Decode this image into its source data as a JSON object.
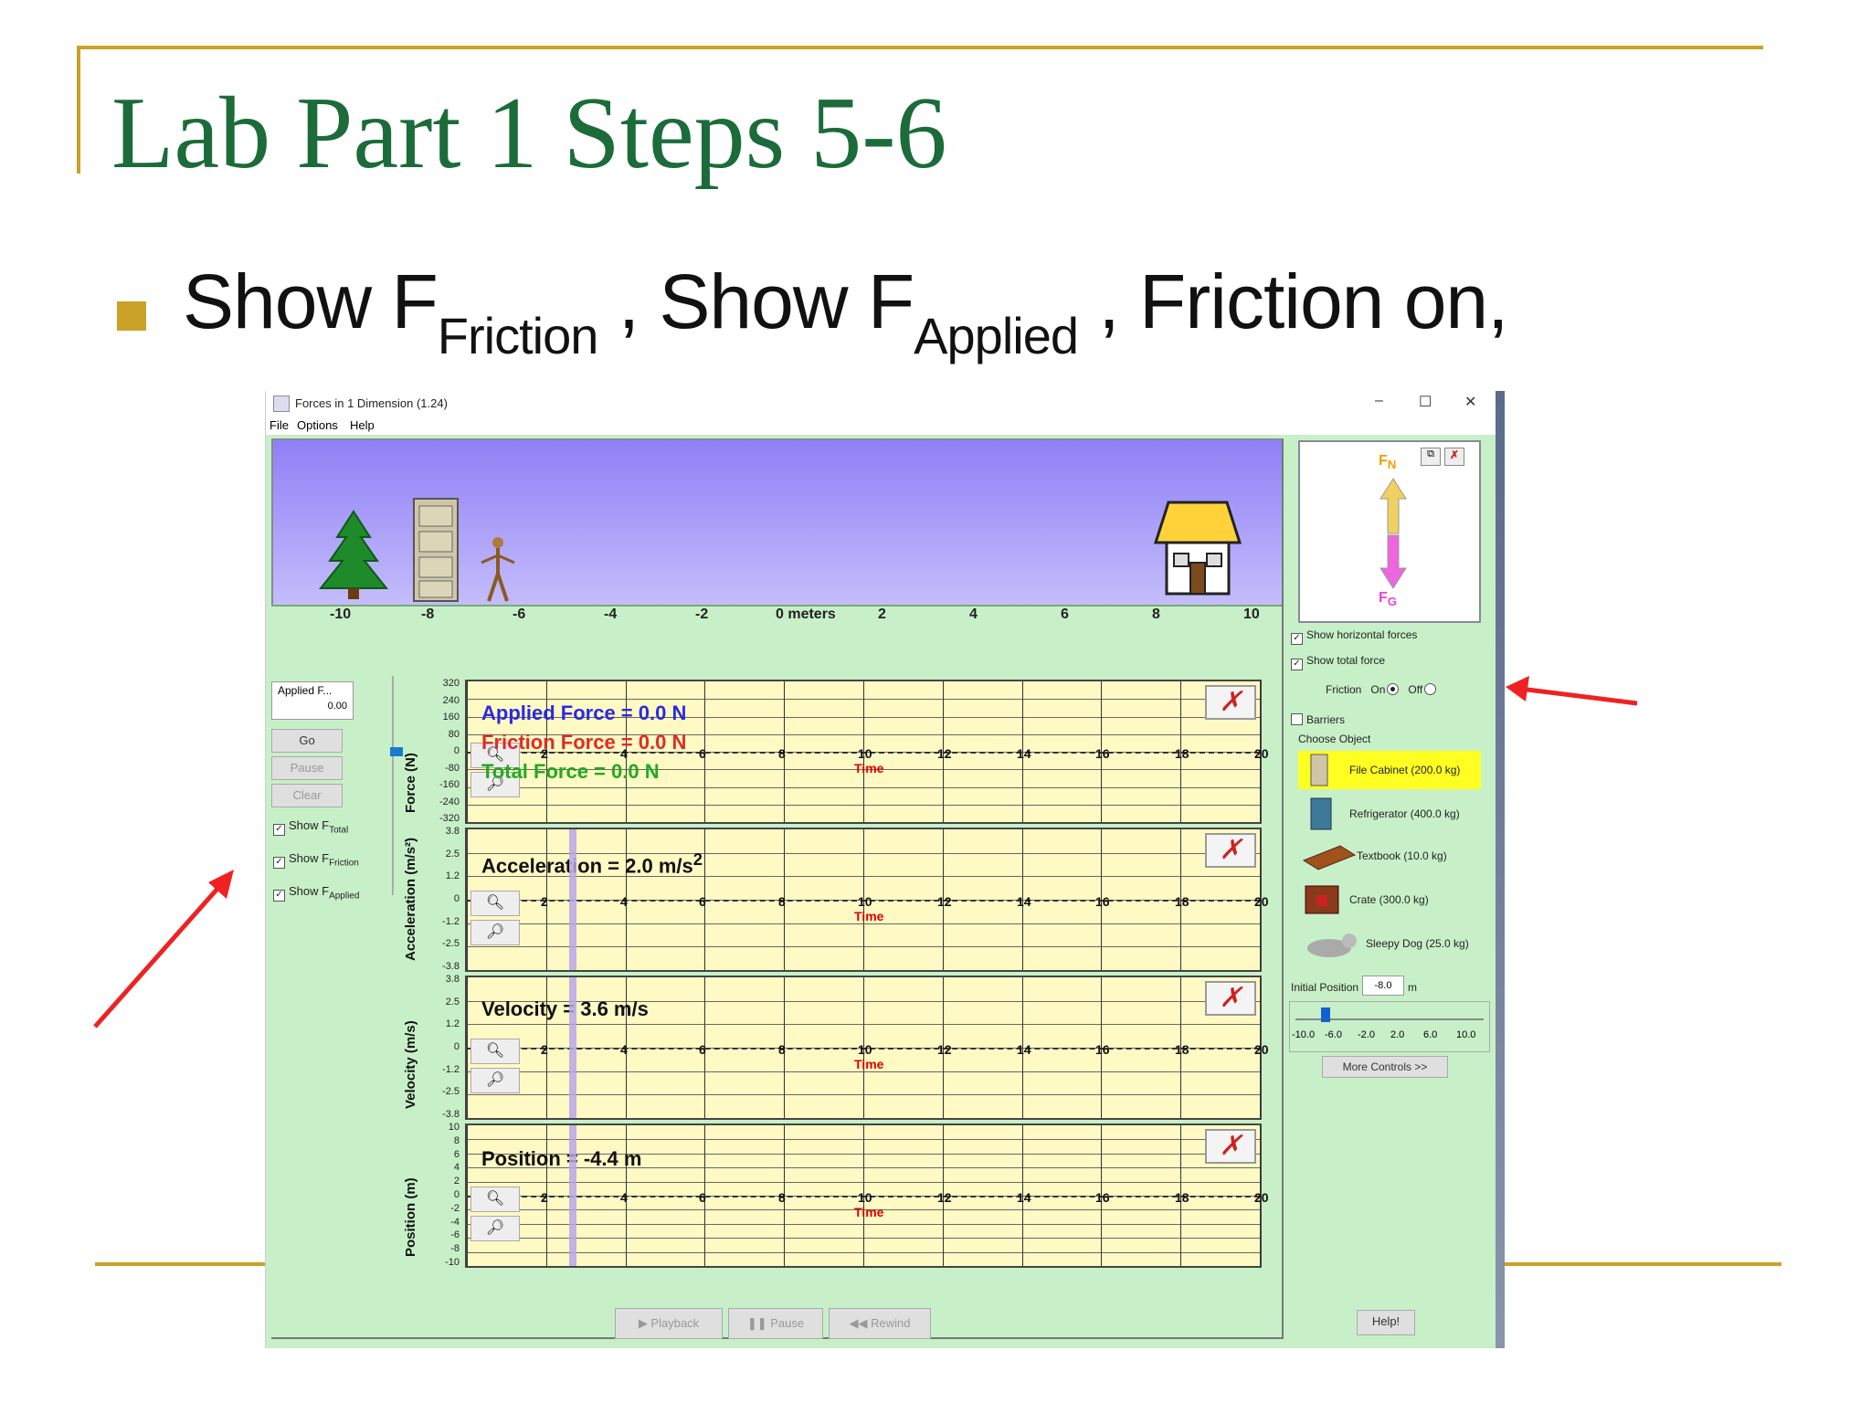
{
  "slide": {
    "title": "Lab Part 1 Steps 5-6",
    "bullet": {
      "t1": "Show F",
      "s1": "Friction",
      "t2": " , Show F",
      "s2": "Applied",
      "t3": " , Friction on,"
    }
  },
  "window": {
    "title": "Forces in 1 Dimension (1.24)",
    "menu": [
      "File",
      "Options",
      "Help"
    ],
    "controls": {
      "minimize": "–",
      "maximize": "☐",
      "close": "✕"
    }
  },
  "scene": {
    "axis_ticks": [
      "-10",
      "-8",
      "-6",
      "-4",
      "-2",
      "0 meters",
      "2",
      "4",
      "6",
      "8",
      "10"
    ]
  },
  "fbd": {
    "fn": "F",
    "fn_sub": "N",
    "fg": "F",
    "fg_sub": "G"
  },
  "options": {
    "show_horizontal": "Show horizontal forces",
    "show_total": "Show total force",
    "friction_label": "Friction",
    "friction_on": "On",
    "friction_off": "Off",
    "friction_value": "on",
    "barriers": "Barriers",
    "choose_object": "Choose Object"
  },
  "objects": [
    {
      "label": "File Cabinet (200.0 kg)",
      "selected": true
    },
    {
      "label": "Refrigerator (400.0 kg)",
      "selected": false
    },
    {
      "label": "Textbook (10.0 kg)",
      "selected": false
    },
    {
      "label": "Crate (300.0 kg)",
      "selected": false
    },
    {
      "label": "Sleepy Dog (25.0 kg)",
      "selected": false
    }
  ],
  "initial_position": {
    "label": "Initial Position",
    "value": "-8.0",
    "unit": "m",
    "ticks": [
      "-10.0",
      "-6.0",
      "-2.0",
      "2.0",
      "6.0",
      "10.0"
    ],
    "more_controls": "More Controls >>"
  },
  "left_controls": {
    "applied_label": "Applied F...",
    "applied_value": "0.00",
    "go": "Go",
    "pause": "Pause",
    "clear": "Clear",
    "show_total": "Show F",
    "show_total_sub": "Total",
    "show_friction": "Show F",
    "show_friction_sub": "Friction",
    "show_applied": "Show F",
    "show_applied_sub": "Applied"
  },
  "graphs": {
    "x_ticks": [
      "2",
      "4",
      "6",
      "8",
      "10",
      "12",
      "14",
      "16",
      "18",
      "20"
    ],
    "time_label": "Time",
    "force": {
      "ytitle": "Force (N)",
      "yticks": [
        "320",
        "240",
        "160",
        "80",
        "0",
        "-80",
        "-160",
        "-240",
        "-320"
      ],
      "applied": "Applied Force =  0.0 N",
      "friction": "Friction Force =  0.0 N",
      "total": "Total Force =  0.0 N"
    },
    "acceleration": {
      "ytitle": "Acceleration (m/s²)",
      "yticks": [
        "3.8",
        "2.5",
        "1.2",
        "0",
        "-1.2",
        "-2.5",
        "-3.8"
      ],
      "readout": "Acceleration =  2.0 m/s",
      "unit_sup": "2"
    },
    "velocity": {
      "ytitle": "Velocity (m/s)",
      "yticks": [
        "3.8",
        "2.5",
        "1.2",
        "0",
        "-1.2",
        "-2.5",
        "-3.8"
      ],
      "readout": "Velocity =  3.6 m/s"
    },
    "position": {
      "ytitle": "Position (m)",
      "yticks": [
        "10",
        "8",
        "6",
        "4",
        "2",
        "0",
        "-2",
        "-4",
        "-6",
        "-8",
        "-10"
      ],
      "readout": "Position =  -4.4 m"
    }
  },
  "bottom": {
    "playback": "Playback",
    "pause": "Pause",
    "rewind": "Rewind",
    "help": "Help!"
  },
  "colors": {
    "applied": "#2a2ae0",
    "friction": "#e02a2a",
    "total": "#22aa22",
    "accent": "#c9a227",
    "title_green": "#1c6b3a"
  }
}
